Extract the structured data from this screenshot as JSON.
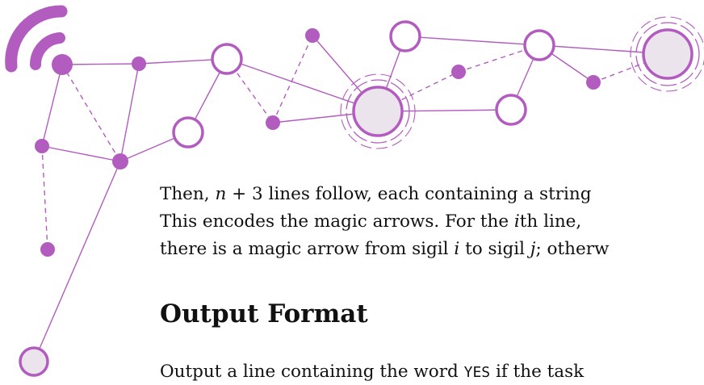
{
  "decoration": {
    "accent_color": "#b35cbf",
    "node_fill": "#ece4ec",
    "icon": "signal-waves-icon"
  },
  "text": {
    "line1": {
      "a": "Then, ",
      "b": "n",
      "c": " + 3 lines follow, each containing a string"
    },
    "line2": {
      "a": "This encodes the magic arrows.  For the ",
      "b": "i",
      "c": "th line,"
    },
    "line3": {
      "a": "there is a magic arrow from sigil ",
      "b": "i",
      "c": " to sigil ",
      "d": "j",
      "e": "; otherw"
    },
    "heading": "Output Format",
    "out_line": {
      "a": "Output a line containing the word ",
      "b": "YES",
      "c": " if the task"
    }
  }
}
